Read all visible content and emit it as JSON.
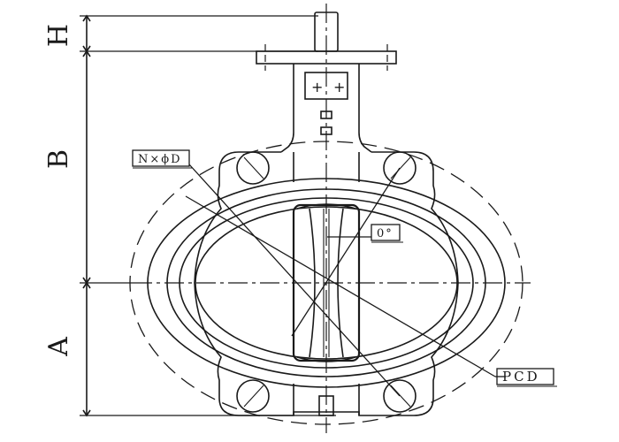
{
  "dimensions": {
    "h": "H",
    "b": "B",
    "a": "A"
  },
  "callouts": {
    "bolt_holes": "N×ϕD",
    "angle": "0°",
    "pcd": "PCD"
  },
  "colors": {
    "line": "#1a1a1a",
    "background": "#ffffff"
  }
}
